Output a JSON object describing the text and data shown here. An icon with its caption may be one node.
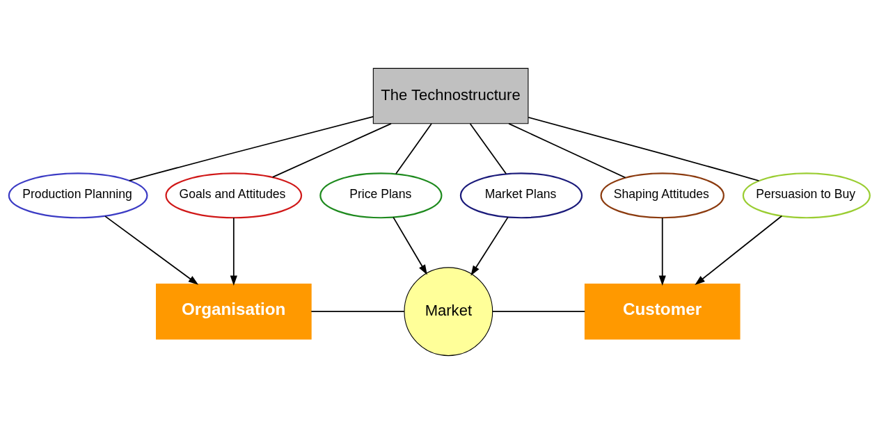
{
  "diagram": {
    "nodes": [
      {
        "text": [
          "The Technostructure"
        ]
      },
      {
        "text": [
          "Price Plans"
        ]
      },
      {
        "text": [
          "Shaping Attitudes"
        ]
      },
      {
        "text": [
          "Production Planning"
        ]
      },
      {
        "text": [
          "Persuasion to Buy"
        ]
      },
      {
        "text": [
          "Goals and Attitudes"
        ]
      },
      {
        "text": [
          "Market Plans"
        ]
      },
      {
        "text": [
          "Organisation"
        ]
      },
      {
        "text": [
          "Market"
        ]
      },
      {
        "text": [
          "Customer"
        ]
      }
    ],
    "edges": [
      {
        "from": 0,
        "to": 5,
        "arrow": "none"
      },
      {
        "from": 5,
        "to": 7,
        "arrow": "to"
      },
      {
        "from": 0,
        "to": 3,
        "arrow": "none"
      },
      {
        "from": 3,
        "to": 7,
        "arrow": "to"
      },
      {
        "from": 0,
        "to": 6,
        "arrow": "none"
      },
      {
        "from": 6,
        "to": 8,
        "arrow": "to"
      },
      {
        "from": 0,
        "to": 1,
        "arrow": "none"
      },
      {
        "from": 1,
        "to": 8,
        "arrow": "to"
      },
      {
        "from": 0,
        "to": 4,
        "arrow": "none"
      },
      {
        "from": 4,
        "to": 9,
        "arrow": "to"
      },
      {
        "from": 0,
        "to": 2,
        "arrow": "none"
      },
      {
        "from": 2,
        "to": 9,
        "arrow": "to"
      },
      {
        "from": 7,
        "to": 8,
        "arrow": "none"
      },
      {
        "from": 8,
        "to": 9,
        "arrow": "none"
      }
    ]
  }
}
